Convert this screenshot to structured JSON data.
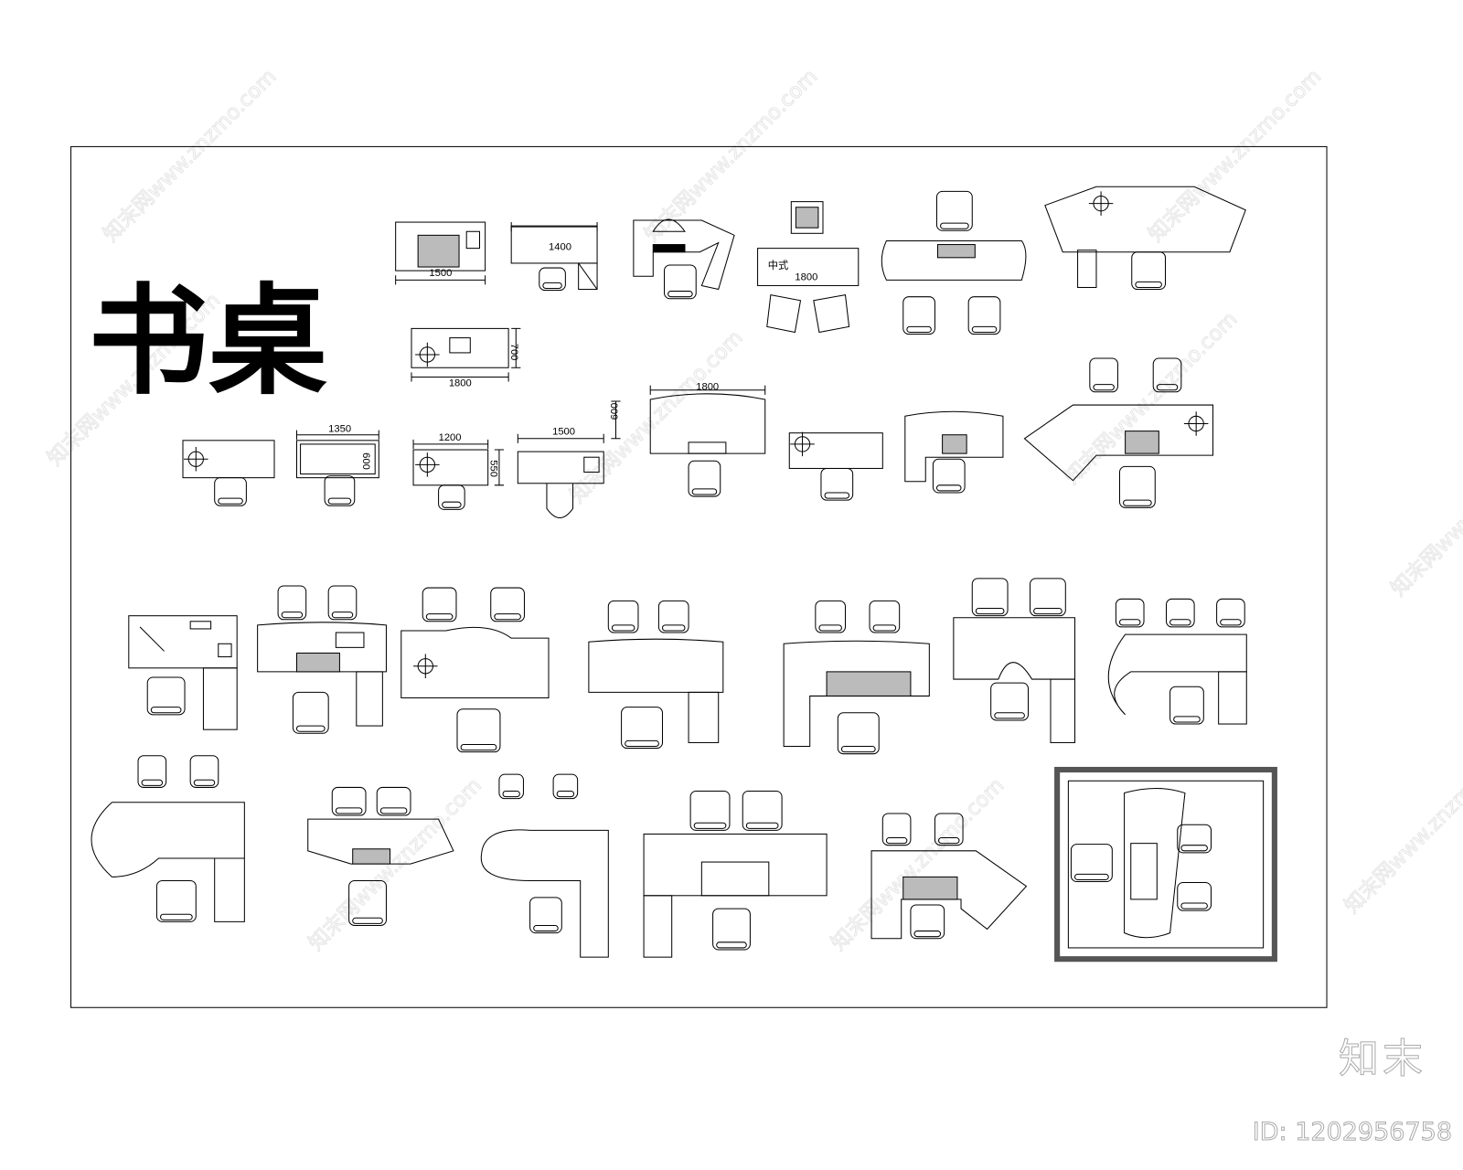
{
  "title": "书桌",
  "dimensions": {
    "d1": "1500",
    "d2": "1400",
    "d3": "700",
    "d4": "1800",
    "d5": "1350",
    "d6": "600",
    "d7": "1200",
    "d8": "550",
    "d9": "1500",
    "d10": "600",
    "d11": "1800"
  },
  "labels": {
    "chinese_style": "中式",
    "size_note": "1800"
  },
  "watermark": {
    "brand": "知末",
    "id": "ID: 1202956758",
    "diagonal": "知末网www.znzmo.com"
  },
  "colors": {
    "line": "#000000",
    "background": "#ffffff",
    "watermark": "#aaaaaa"
  }
}
